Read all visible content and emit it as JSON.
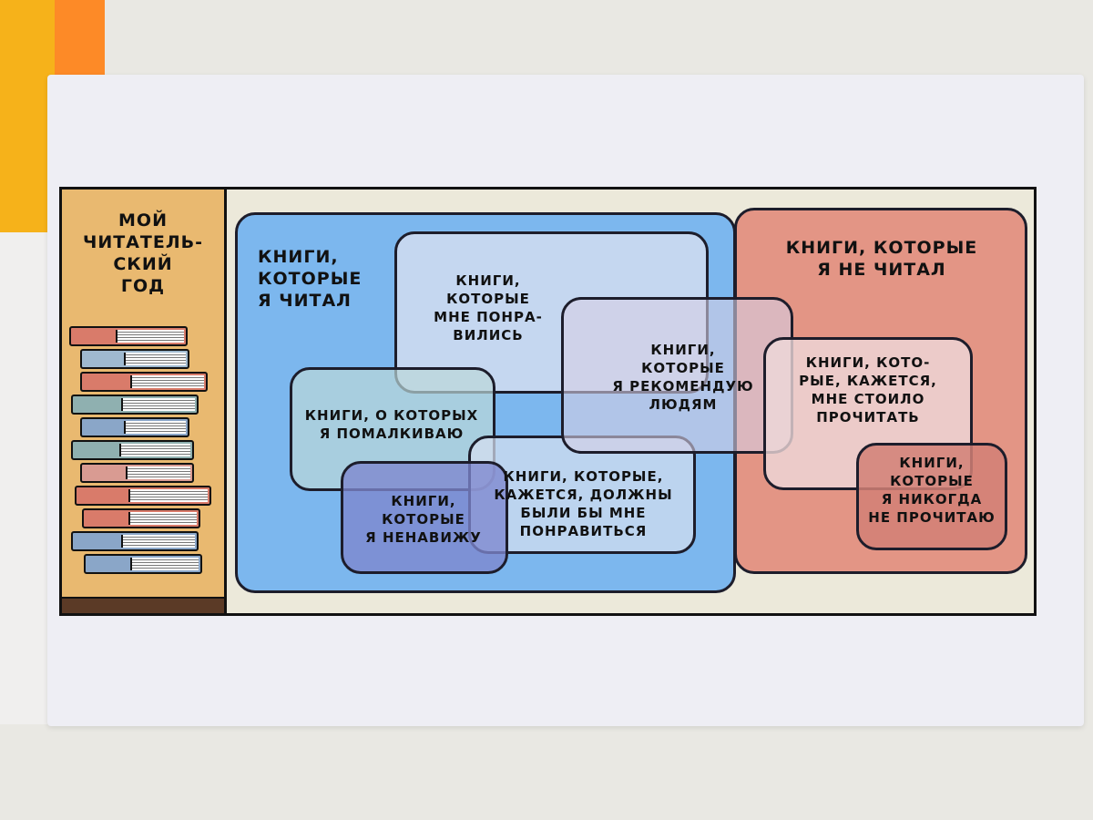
{
  "sidebar": {
    "title_lines": [
      "МОЙ",
      "ЧИТАТЕЛЬ-",
      "СКИЙ",
      "ГОД"
    ]
  },
  "sets": {
    "read": "КНИГИ,\nКОТОРЫЕ\nЯ ЧИТАЛ",
    "not_read": "КНИГИ, КОТОРЫЕ\nЯ НЕ ЧИТАЛ",
    "liked": "КНИГИ,\nКОТОРЫЕ\nМНЕ ПОНРА-\nВИЛИСЬ",
    "recommend": "КНИГИ,\nКОТОРЫЕ\nЯ РЕКОМЕНДУЮ\nЛЮДЯМ",
    "keep_quiet": "КНИГИ, О КОТОРЫХ\nЯ ПОМАЛКИВАЮ",
    "should_have_liked": "КНИГИ, КОТОРЫЕ,\nКАЖЕТСЯ, ДОЛЖНЫ\nБЫЛИ БЫ МНЕ\nПОНРАВИТЬСЯ",
    "hate": "КНИГИ,\nКОТОРЫЕ\nЯ НЕНАВИЖУ",
    "should_read": "КНИГИ, КОТО-\nРЫЕ, КАЖЕТСЯ,\nМНЕ СТОИЛО\nПРОЧИТАТЬ",
    "never_read": "КНИГИ,\nКОТОРЫЕ\nЯ НИКОГДА\nНЕ ПРОЧИТАЮ"
  },
  "colors": {
    "blue": "#79b6ec",
    "red": "#e28d7f",
    "sidebar": "#e9b970"
  }
}
